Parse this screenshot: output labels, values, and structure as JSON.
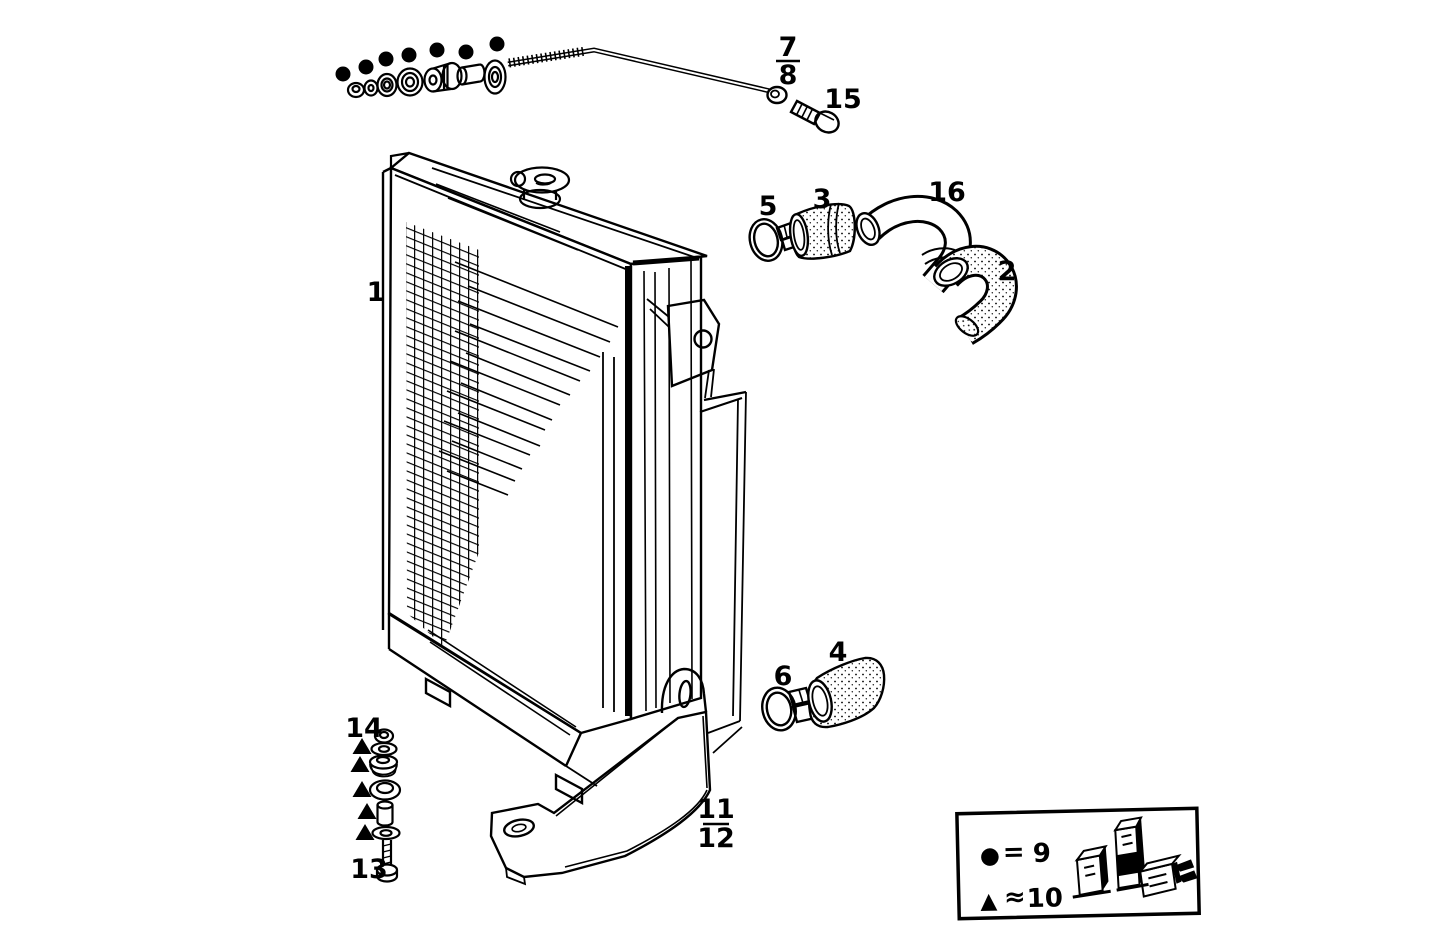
{
  "figure": {
    "colors": {
      "ink": "#000000",
      "paper": "#ffffff"
    }
  },
  "callouts": {
    "c1": "1",
    "c2": "2",
    "c3": "3",
    "c4": "4",
    "c5": "5",
    "c6": "6",
    "c7": "7",
    "c8": "8",
    "c11": "11",
    "c12": "12",
    "c13": "13",
    "c14": "14",
    "c15": "15",
    "c16": "16"
  },
  "legend": {
    "dot_symbol": "●",
    "dot_equals": "=",
    "dot_value": "9",
    "triangle_symbol": "▲",
    "triangle_equals": "≈",
    "triangle_value": "10"
  }
}
